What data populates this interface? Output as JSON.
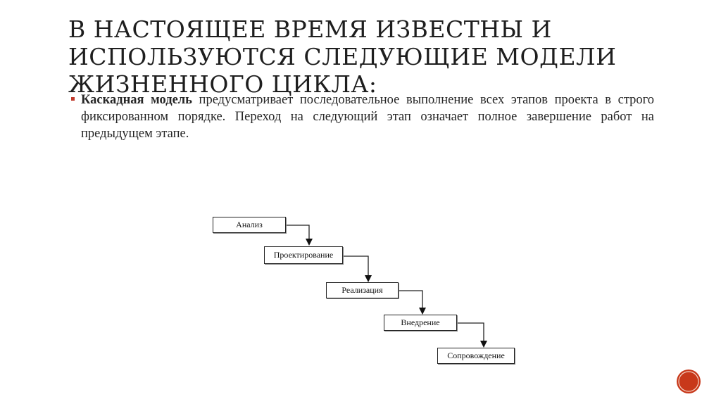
{
  "slide": {
    "title": "В НАСТОЯЩЕЕ ВРЕМЯ ИЗВЕСТНЫ И ИСПОЛЬЗУЮТСЯ СЛЕДУЮЩИЕ МОДЕЛИ ЖИЗНЕННОГО ЦИКЛА:",
    "bullet": {
      "term": "Каскадная модель",
      "text": " предусматривает последовательное выполнение всех этапов проекта в строго фиксированном порядке. Переход на следующий этап означает полное завершение работ на предыдущем этапе."
    },
    "diagram": {
      "stages": [
        {
          "label": "Анализ"
        },
        {
          "label": "Проектирование"
        },
        {
          "label": "Реализация"
        },
        {
          "label": "Внедрение"
        },
        {
          "label": "Сопровождение"
        }
      ]
    },
    "colors": {
      "accent": "#c8381a",
      "bullet": "#c0392b",
      "title": "#1e1e1e",
      "text": "#262626"
    }
  }
}
